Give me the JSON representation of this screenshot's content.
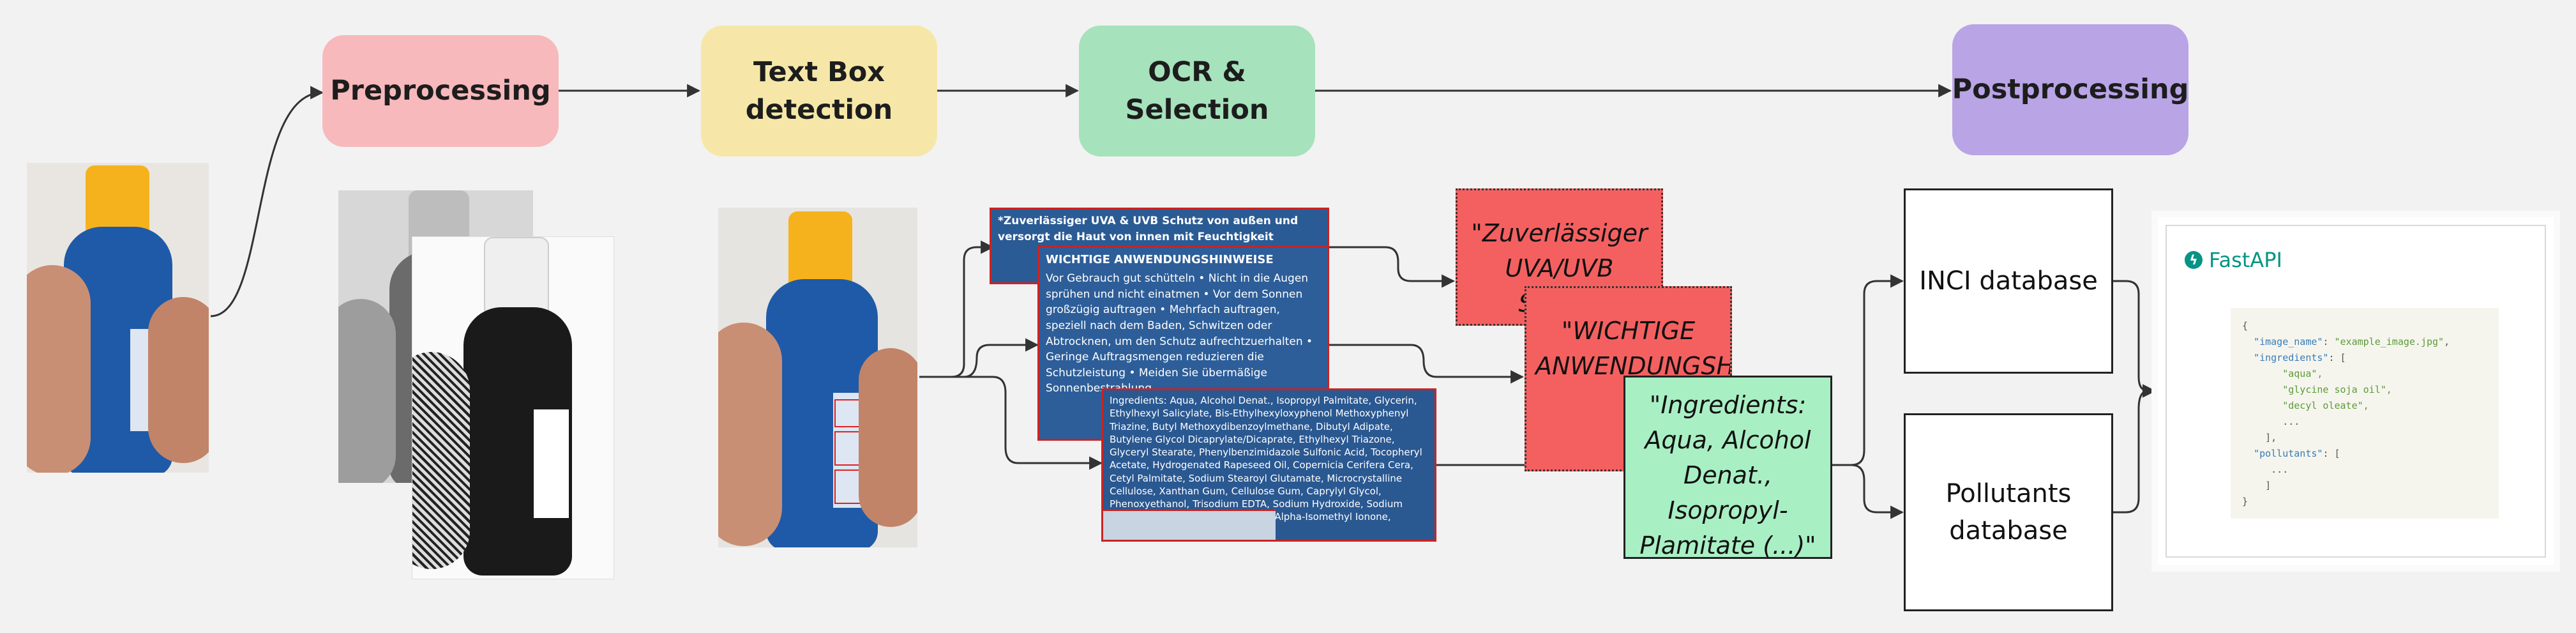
{
  "stages": {
    "preprocessing": "Preprocessing",
    "textbox_line1": "Text Box",
    "textbox_line2": "detection",
    "ocr": "OCR & Selection",
    "postprocessing": "Postprocessing"
  },
  "colors": {
    "preprocessing": "#f7b9bb",
    "textbox": "#f6e7a8",
    "ocr": "#a6e2bc",
    "postprocessing": "#b9a4e6",
    "quote_red": "#f46060",
    "quote_green": "#a9efc4",
    "crop_blue": "#2b5b94",
    "bottle_cap": "#f6b21d",
    "bottle_body": "#1f5aa8"
  },
  "crops": {
    "crop1": "*Zuverlässiger UVA & UVB Schutz von außen und versorgt die Haut von innen mit Feuchtigkeit",
    "crop2_title": "WICHTIGE ANWENDUNGSHINWEISE",
    "crop2_body": "Vor Gebrauch gut schütteln • Nicht in die Augen sprühen und nicht einatmen • Vor dem Sonnen großzügig auftragen • Mehrfach auftragen, speziell nach dem Baden, Schwitzen oder Abtrocknen, um den Schutz aufrechtzuerhalten • Geringe Auftragsmengen reduzieren die Schutzleistung • Meiden Sie übermäßige Sonnenbestrahlung",
    "crop3": "Ingredients: Aqua, Alcohol Denat., Isopropyl Palmitate, Glycerin, Ethylhexyl Salicylate, Bis-Ethylhexyloxyphenol Methoxyphenyl Triazine, Butyl Methoxydibenzoylmethane, Dibutyl Adipate, Butylene Glycol Dicaprylate/Dicaprate, Ethylhexyl Triazone, Glyceryl Stearate, Phenylbenzimidazole Sulfonic Acid, Tocopheryl Acetate, Hydrogenated Rapeseed Oil, Copernicia Cerifera Cera, Cetyl Palmitate, Sodium Stearoyl Glutamate, Microcrystalline Cellulose, Xanthan Gum, Cellulose Gum, Caprylyl Glycol, Phenoxyethanol, Trisodium EDTA, Sodium Hydroxide, Sodium Chloride, Linalool, Benzyl Alcohol, Alpha-Isomethyl Ionone, Citronellol, Anise Alcohol, Parfum"
  },
  "quotes": {
    "q1": "\"Zuverlässiger UVA/UVB Schutz",
    "q2": "\"WICHTIGE ANWENDUNGSHINWEISE\"",
    "q3": "\"Ingredients: Aqua, Alcohol Denat., Isopropyl-Plamitate (...)\""
  },
  "databases": {
    "inci": "INCI database",
    "pollutants_line1": "Pollutants",
    "pollutants_line2": "database"
  },
  "api": {
    "logo": "FastAPI",
    "logo_icon": "lightning-bolt-icon",
    "code": {
      "open": "{",
      "image_key": "\"image_name\"",
      "image_val": "\"example_image.jpg\"",
      "ingr_key": "\"ingredients\"",
      "ingr_open": ": [",
      "item1": "\"aqua\",",
      "item2": "\"glycine soja oil\",",
      "item3": "\"decyl oleate\",",
      "ellipsis1": "...",
      "ingr_close": "],",
      "poll_key": "\"pollutants\"",
      "poll_open": ": [",
      "ellipsis2": "...",
      "poll_close": "]",
      "close": "}"
    }
  }
}
